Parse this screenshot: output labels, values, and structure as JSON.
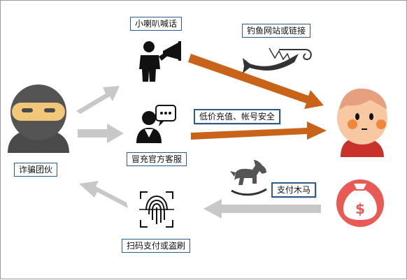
{
  "labels": {
    "fraud_group": "诈骗团伙",
    "megaphone": "小喇叭喊话",
    "fake_service": "冒充官方客服",
    "scan_pay": "扫码支付或盗刷",
    "phishing": "钓鱼网站或链接",
    "low_price": "低价充值、帐号安全",
    "trojan": "支付木马"
  },
  "colors": {
    "border": "#2f5b8a",
    "orange_arrow": "#c9631a",
    "gray_arrow": "#c8c8c8",
    "ninja_body": "#4f4f4f",
    "ninja_mask": "#f2c77a",
    "face": "#f7c8a2",
    "hair": "#d9775c",
    "cheek": "#f0883a",
    "money_bag_circle": "#e95a55"
  },
  "icons": [
    "ninja-icon",
    "megaphone-person-icon",
    "customer-service-icon",
    "fingerprint-scan-icon",
    "fishing-hook-icon",
    "rocking-horse-icon",
    "money-bag-icon",
    "victim-face-icon"
  ]
}
